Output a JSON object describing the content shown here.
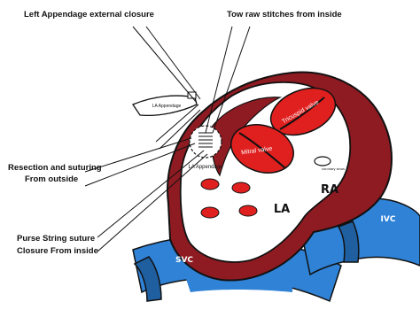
{
  "colors": {
    "blood_red": "#8e1b22",
    "valve_red": "#e01f1f",
    "vessel_blue": "#2f82d6",
    "vessel_blue_dark": "#1f5f9f",
    "outline": "#111111",
    "tissue": "#ffffff"
  },
  "labels": {
    "left_appendage_external_closure": "Left Appendage external closure",
    "two_raw_stitches": "Tow raw stitches from inside",
    "resection_line1": "Resection and suturing",
    "resection_line2": "From outside",
    "purse_line1": "Purse String suture",
    "purse_line2": "Closure From inside"
  },
  "anatomy": {
    "la_appendage_top": "LA Appendage",
    "la_appendage_inner": "LA Appendage",
    "tricuspid_valve": "Tricuspid valve",
    "mitral_valve": "Mitral valve",
    "coronary_sinus": "coronary sinus",
    "ra": "RA",
    "la": "LA",
    "svc": "SVC",
    "ivc": "IVC"
  }
}
